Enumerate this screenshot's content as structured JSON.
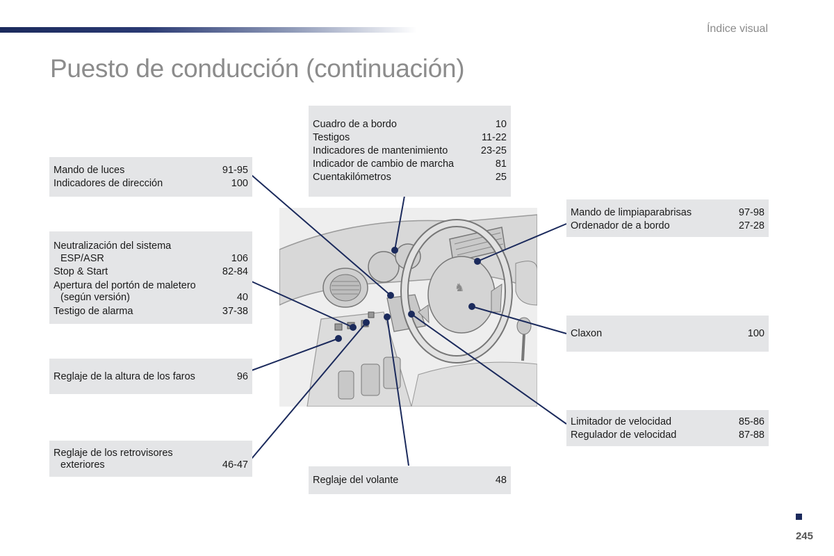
{
  "header": {
    "section": "Índice visual"
  },
  "title": "Puesto de conducción (continuación)",
  "boxes": {
    "cuadro": [
      {
        "label": "Cuadro de a bordo",
        "page": "10"
      },
      {
        "label": "Testigos",
        "page": "11-22"
      },
      {
        "label": "Indicadores de mantenimiento",
        "page": "23-25"
      },
      {
        "label": "Indicador de cambio de marcha",
        "page": "81"
      },
      {
        "label": "Cuentakilómetros",
        "page": "25"
      }
    ],
    "luces": [
      {
        "label": "Mando de luces",
        "page": "91-95"
      },
      {
        "label": "Indicadores de dirección",
        "page": "100"
      }
    ],
    "neutral": {
      "l1": "Neutralización del sistema",
      "l2": "ESP/ASR",
      "p2": "106",
      "l3": "Stop & Start",
      "p3": "82-84",
      "l4": "Apertura del portón de maletero",
      "l5": "(según versión)",
      "p5": "40",
      "l6": "Testigo de alarma",
      "p6": "37-38"
    },
    "faros": {
      "label": "Reglaje de la altura de los faros",
      "page": "96"
    },
    "retro": {
      "l1": "Reglaje de los retrovisores",
      "l2": "exteriores",
      "page": "46-47"
    },
    "volante": {
      "label": "Reglaje del volante",
      "page": "48"
    },
    "limpia": [
      {
        "label": "Mando de limpiaparabrisas",
        "page": "97-98"
      },
      {
        "label": "Ordenador de a bordo",
        "page": "27-28"
      }
    ],
    "claxon": {
      "label": "Claxon",
      "page": "100"
    },
    "limitador": [
      {
        "label": "Limitador de velocidad",
        "page": "85-86"
      },
      {
        "label": "Regulador de velocidad",
        "page": "87-88"
      }
    ]
  },
  "illustration": {
    "logo_icon": "peugeot-lion-icon"
  },
  "colors": {
    "accent": "#1b2a5c",
    "box_bg": "#e4e5e7",
    "title": "#8c8c8c"
  },
  "page_number": "245"
}
